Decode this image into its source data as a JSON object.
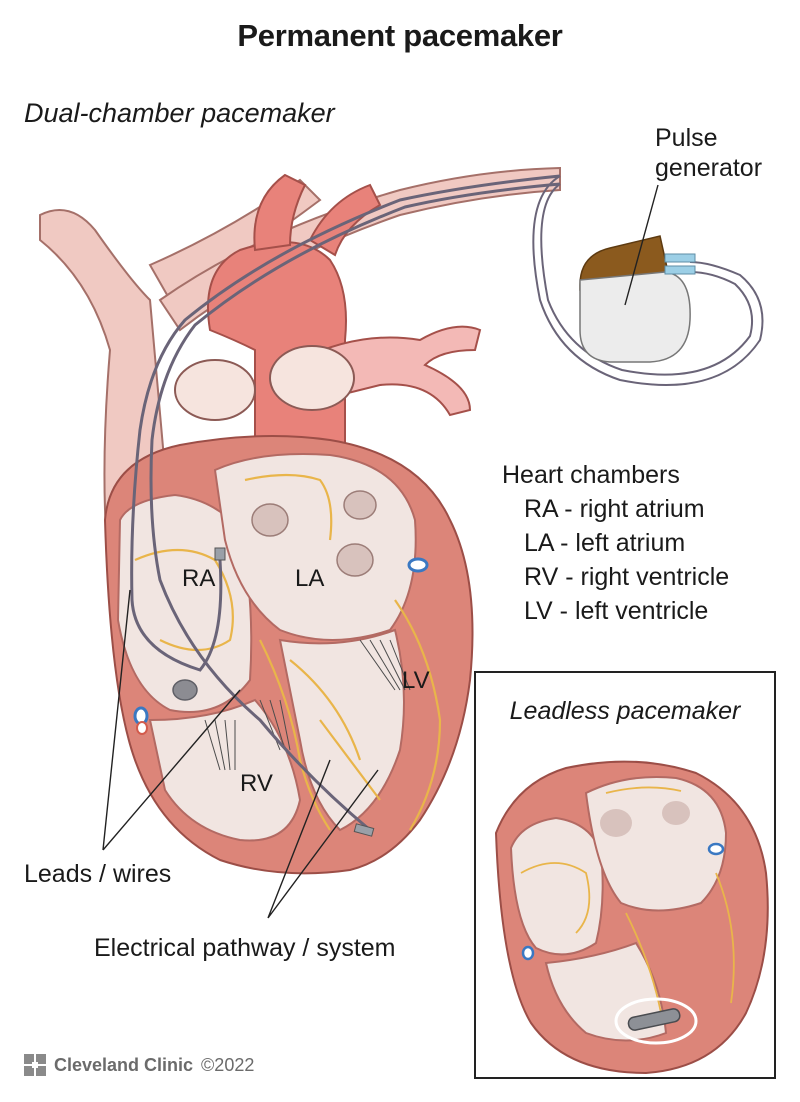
{
  "title": "Permanent pacemaker",
  "subtitle": "Dual-chamber pacemaker",
  "labels": {
    "pulse_generator_1": "Pulse",
    "pulse_generator_2": "generator",
    "ra": "RA",
    "la": "LA",
    "rv": "RV",
    "lv": "LV",
    "leads": "Leads / wires",
    "pathway": "Electrical pathway / system"
  },
  "legend": {
    "heading": "Heart chambers",
    "items": [
      "RA - right atrium",
      "LA - left atrium",
      "RV - right ventricle",
      "LV - left ventricle"
    ]
  },
  "inset": {
    "title": "Leadless pacemaker"
  },
  "footer": {
    "brand": "Cleveland Clinic",
    "copyright": "©2022"
  },
  "colors": {
    "vessel": "#f0c9c2",
    "aorta": "#e8827a",
    "muscle": "#dc8579",
    "chamber_interior": "#f1e5e1",
    "wall_outline": "#b36a63",
    "nerve": "#e9b54a",
    "lead_wire": "#6a6478",
    "generator_cap": "#8b5a1e",
    "generator_body": "#ececec"
  }
}
